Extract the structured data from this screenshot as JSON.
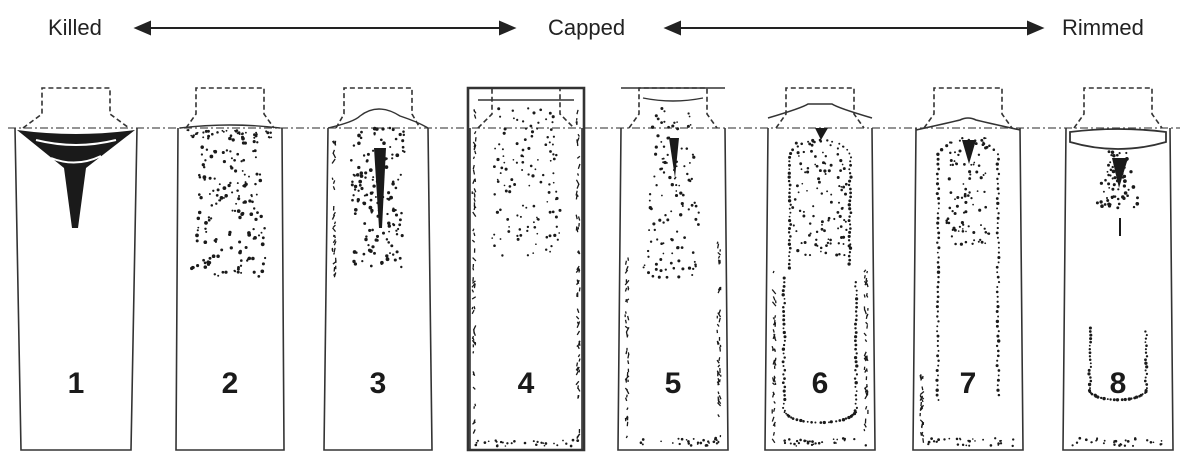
{
  "scale": {
    "left_label": "Killed",
    "middle_label": "Capped",
    "right_label": "Rimmed"
  },
  "ingots": [
    {
      "number": "1",
      "type": "killed-pipe"
    },
    {
      "number": "2",
      "type": "semi-killed-scatter"
    },
    {
      "number": "3",
      "type": "semi-killed-core"
    },
    {
      "number": "4",
      "type": "capped-bottle"
    },
    {
      "number": "5",
      "type": "capped-rim"
    },
    {
      "number": "6",
      "type": "capped-rim-crown"
    },
    {
      "number": "7",
      "type": "rimmed-crown"
    },
    {
      "number": "8",
      "type": "rimmed-cap"
    }
  ],
  "colors": {
    "ink": "#1a1a1a",
    "line": "#333333",
    "background": "#ffffff"
  }
}
